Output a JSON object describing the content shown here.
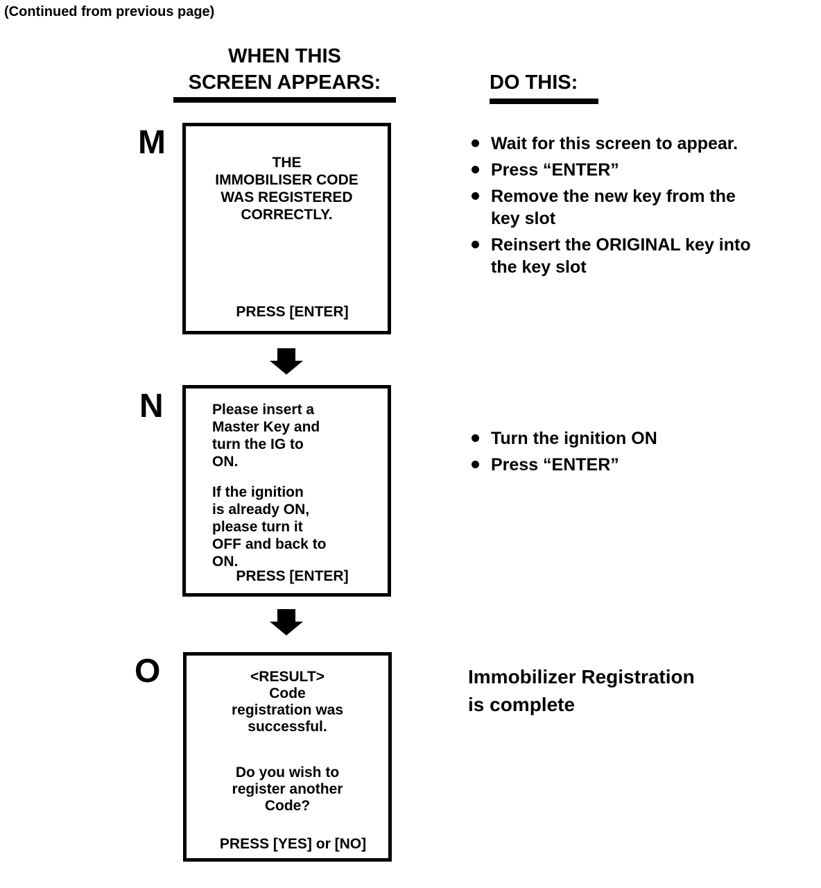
{
  "page": {
    "continued_note": "(Continued from previous page)",
    "screen_column_header": {
      "line1": "WHEN THIS",
      "line2": "SCREEN APPEARS:"
    },
    "action_column_header": "DO THIS:"
  },
  "steps": [
    {
      "letter": "M",
      "screen": {
        "para1": [
          "THE",
          "IMMOBILISER CODE",
          "WAS REGISTERED",
          "CORRECTLY."
        ],
        "footer": "PRESS [ENTER]"
      },
      "bullets": [
        {
          "lines": [
            "Wait for this screen to appear."
          ]
        },
        {
          "lines": [
            "Press “ENTER”"
          ]
        },
        {
          "lines": [
            "Remove the new key from the",
            "key slot"
          ]
        },
        {
          "lines": [
            "Reinsert the ORIGINAL key into",
            "the key slot"
          ]
        }
      ]
    },
    {
      "letter": "N",
      "screen": {
        "para1": [
          "Please insert a",
          "Master Key and",
          "turn the IG to",
          "ON."
        ],
        "para2": [
          "If the ignition",
          "is already ON,",
          "please turn it",
          "OFF and back to",
          "ON."
        ],
        "footer": "PRESS [ENTER]"
      },
      "bullets": [
        {
          "lines": [
            "Turn the ignition ON"
          ]
        },
        {
          "lines": [
            "Press “ENTER”"
          ]
        }
      ]
    },
    {
      "letter": "O",
      "screen": {
        "para1": [
          "<RESULT>",
          "Code",
          "registration was",
          "successful."
        ],
        "para2": [
          "Do you wish to",
          "register another",
          "Code?"
        ],
        "footer": "PRESS [YES] or [NO]"
      },
      "completion_note": {
        "line1": "Immobilizer Registration",
        "line2": "is complete"
      }
    }
  ],
  "colors": {
    "ink": "#000000",
    "paper": "#ffffff"
  }
}
